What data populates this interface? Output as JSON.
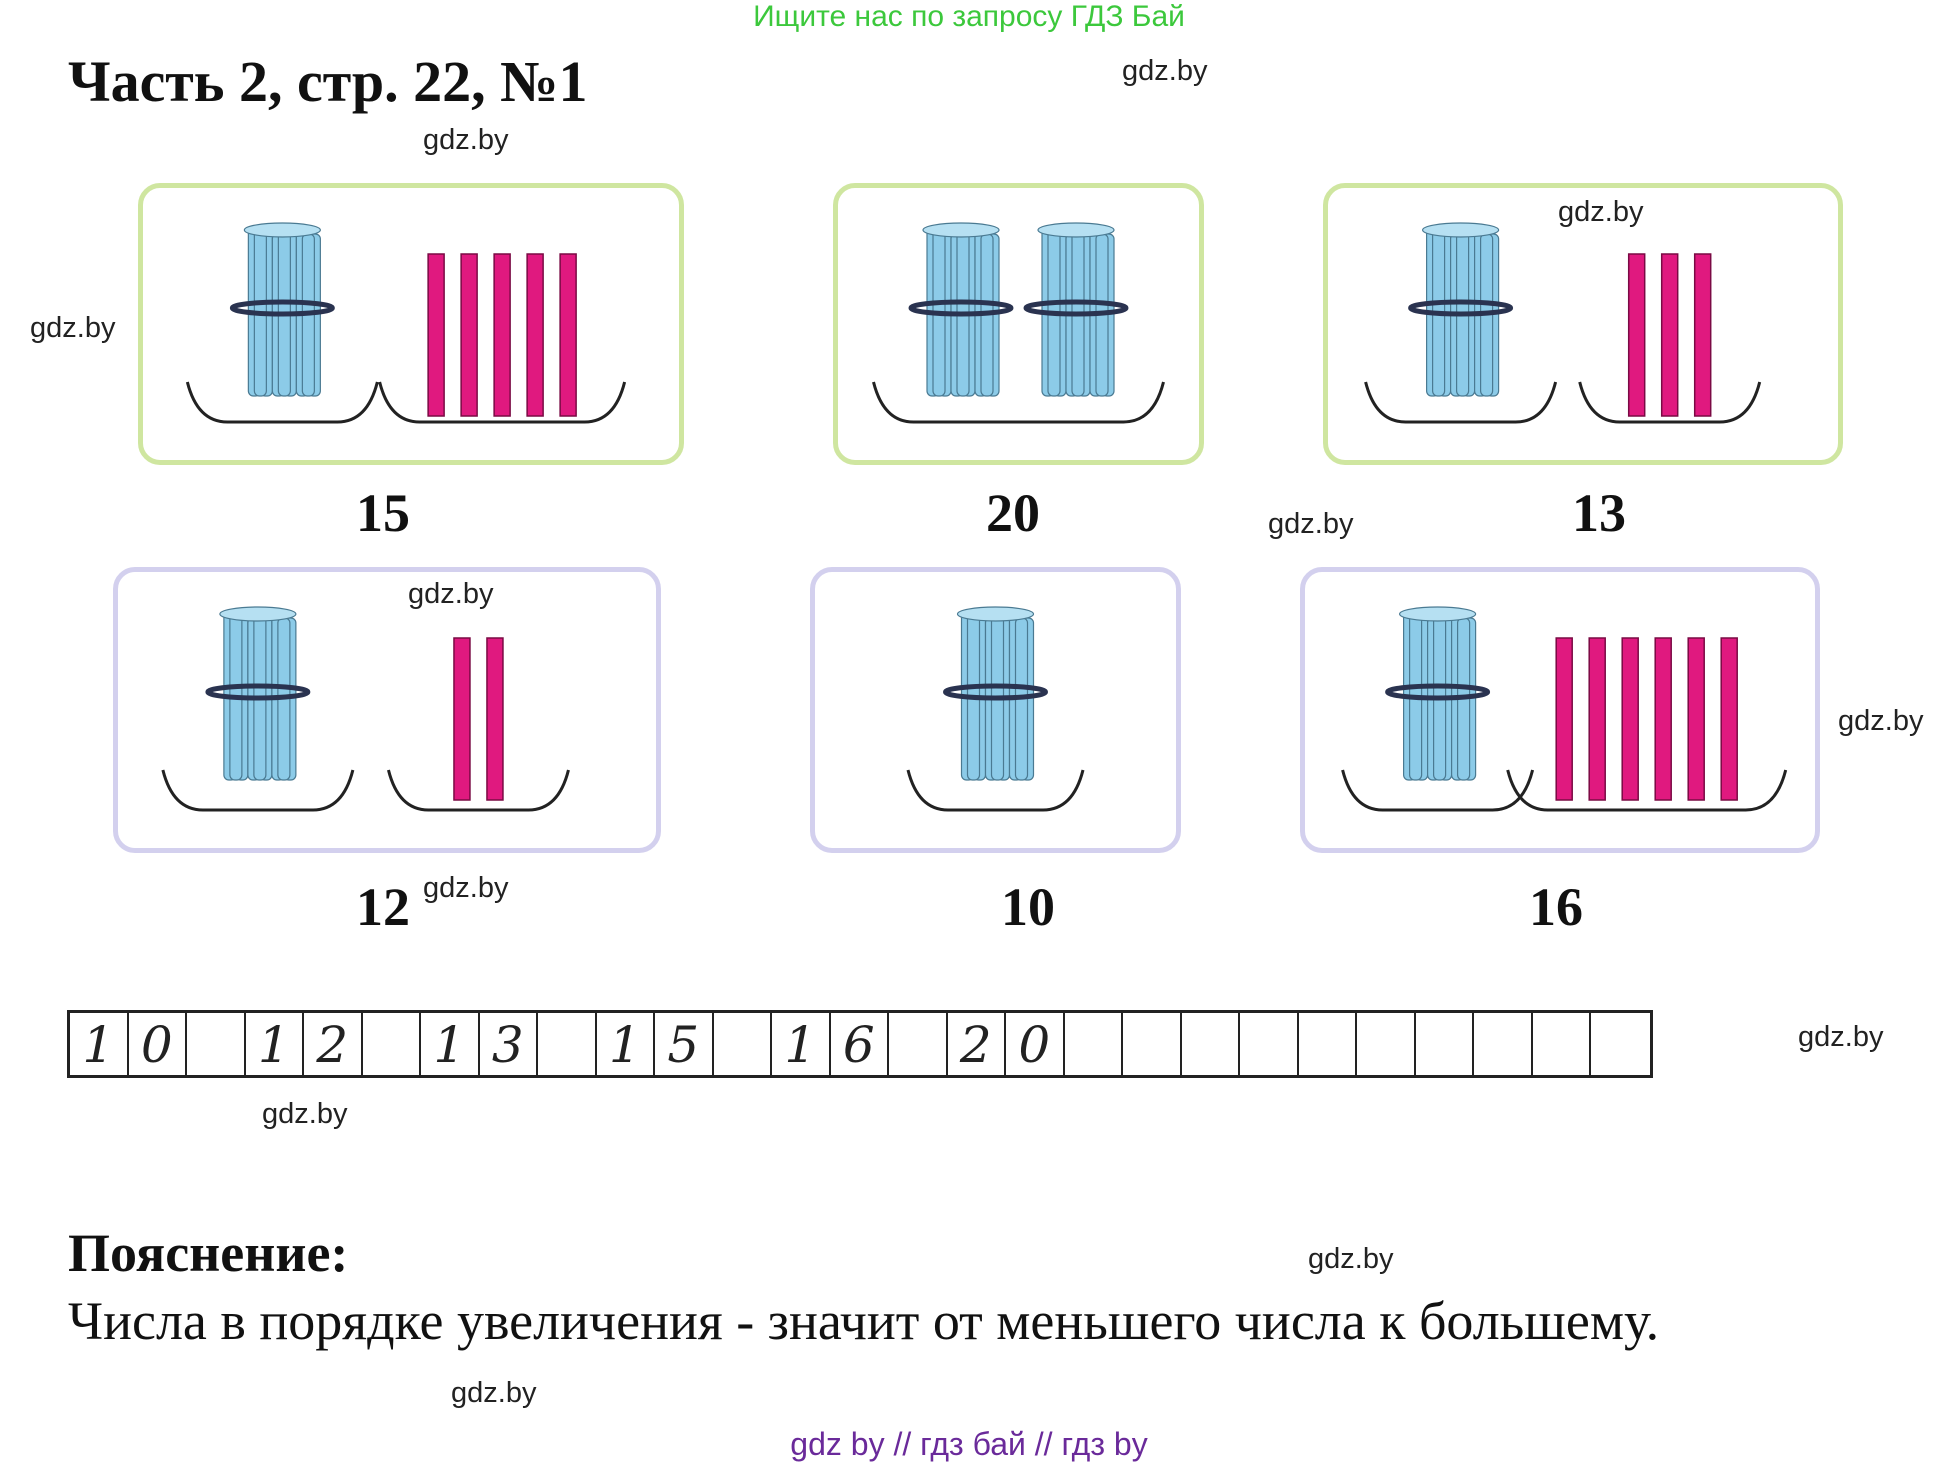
{
  "banner": "Ищите нас по запросу ГДЗ Бай",
  "title": "Часть 2, стр. 22, №1",
  "watermark": "gdz.by",
  "colors": {
    "green_border": "#cfe6a0",
    "purple_border": "#d3d0ee",
    "bundle_fill": "#8ccbe8",
    "stick_fill": "#e0197f",
    "banner": "#3cc83c",
    "footer": "#6a2a9a"
  },
  "cards": [
    {
      "bundles": 1,
      "sticks": 5,
      "number": "15"
    },
    {
      "bundles": 2,
      "sticks": 0,
      "number": "20"
    },
    {
      "bundles": 1,
      "sticks": 3,
      "number": "13"
    },
    {
      "bundles": 1,
      "sticks": 2,
      "number": "12"
    },
    {
      "bundles": 1,
      "sticks": 0,
      "number": "10"
    },
    {
      "bundles": 1,
      "sticks": 6,
      "number": "16"
    }
  ],
  "answer_cells": [
    "1",
    "0",
    "",
    "1",
    "2",
    "",
    "1",
    "3",
    "",
    "1",
    "5",
    "",
    "1",
    "6",
    "",
    "2",
    "0",
    "",
    "",
    "",
    "",
    "",
    "",
    "",
    "",
    "",
    ""
  ],
  "explanation": {
    "heading": "Пояснение:",
    "text": "Числа в порядке увеличения - значит от меньшего числа к большему."
  },
  "footer": "gdz by  //  гдз бай  //  гдз by"
}
